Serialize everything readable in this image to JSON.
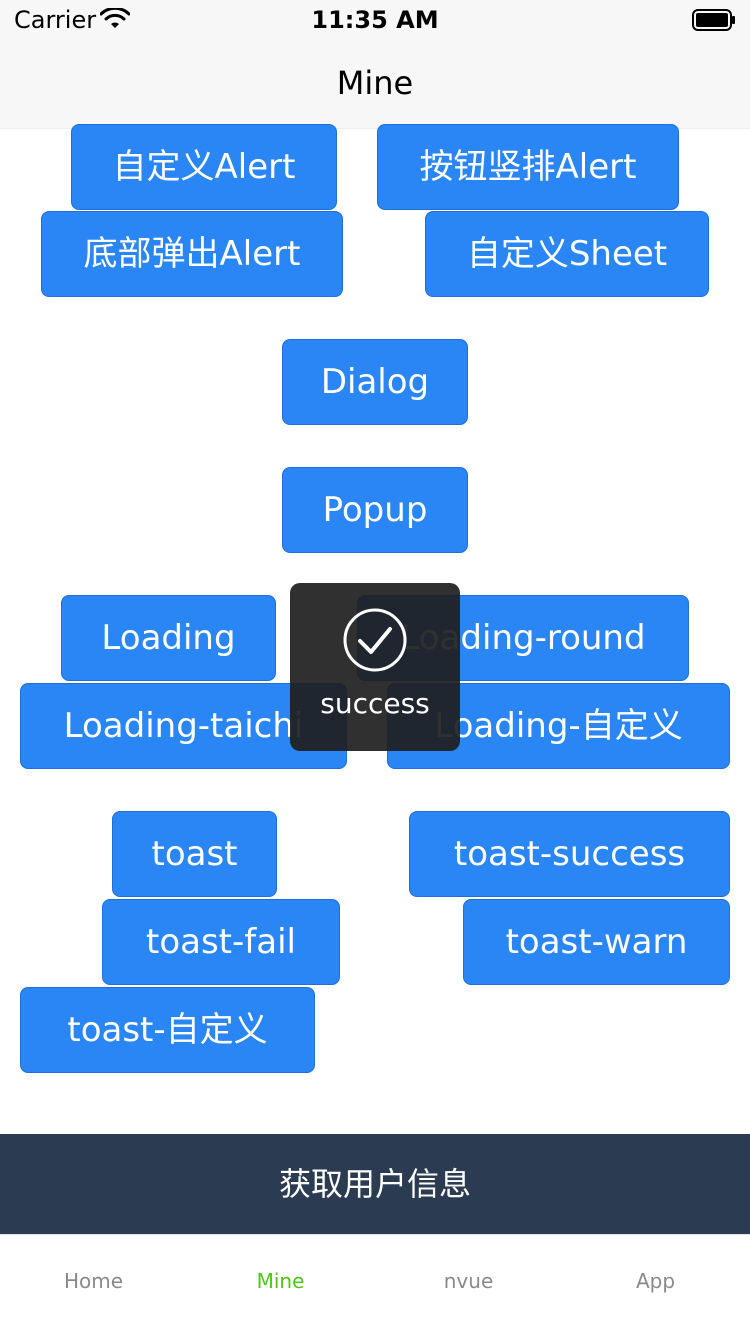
{
  "status_bar": {
    "carrier": "Carrier",
    "time": "11:35 AM"
  },
  "nav": {
    "title": "Mine"
  },
  "buttons": [
    "自定义Alert",
    "按钮竖排Alert",
    "底部弹出Alert",
    "自定义Sheet",
    "Dialog",
    "Popup",
    "Loading",
    "Loading-round",
    "Loading-taichi",
    "Loading-自定义",
    "toast",
    "toast-success",
    "toast-fail",
    "toast-warn",
    "toast-自定义"
  ],
  "toast": {
    "text": "success",
    "icon": "check-circle-icon"
  },
  "get_user_info": "获取用户信息",
  "tabs": [
    {
      "label": "Home",
      "active": false
    },
    {
      "label": "Mine",
      "active": true
    },
    {
      "label": "nvue",
      "active": false
    },
    {
      "label": "App",
      "active": false
    }
  ],
  "colors": {
    "button": "#2a86f4",
    "bottom_bar": "#2b3b52",
    "tab_active": "#52c41a",
    "tab_inactive": "#8a8a8a"
  }
}
